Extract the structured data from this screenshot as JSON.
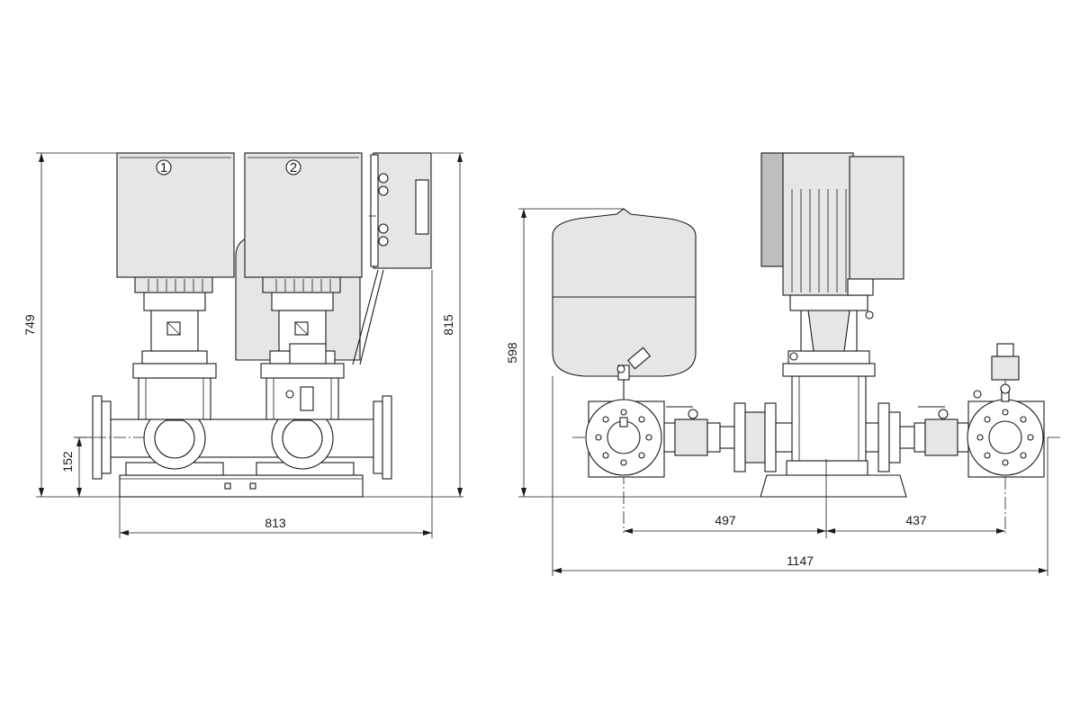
{
  "front_view": {
    "pump_labels": [
      "1",
      "2"
    ],
    "dimensions": {
      "total_height": "749",
      "height_with_controller": "815",
      "pipe_axis_height": "152",
      "width": "813"
    }
  },
  "side_view": {
    "dimensions": {
      "tank_height": "598",
      "tank_to_pump_axis": "497",
      "pump_axis_to_outlet": "437",
      "total_length": "1147"
    }
  },
  "colors": {
    "line": "#1a1a1a",
    "fill": "#e6e6e6",
    "background": "#ffffff"
  }
}
